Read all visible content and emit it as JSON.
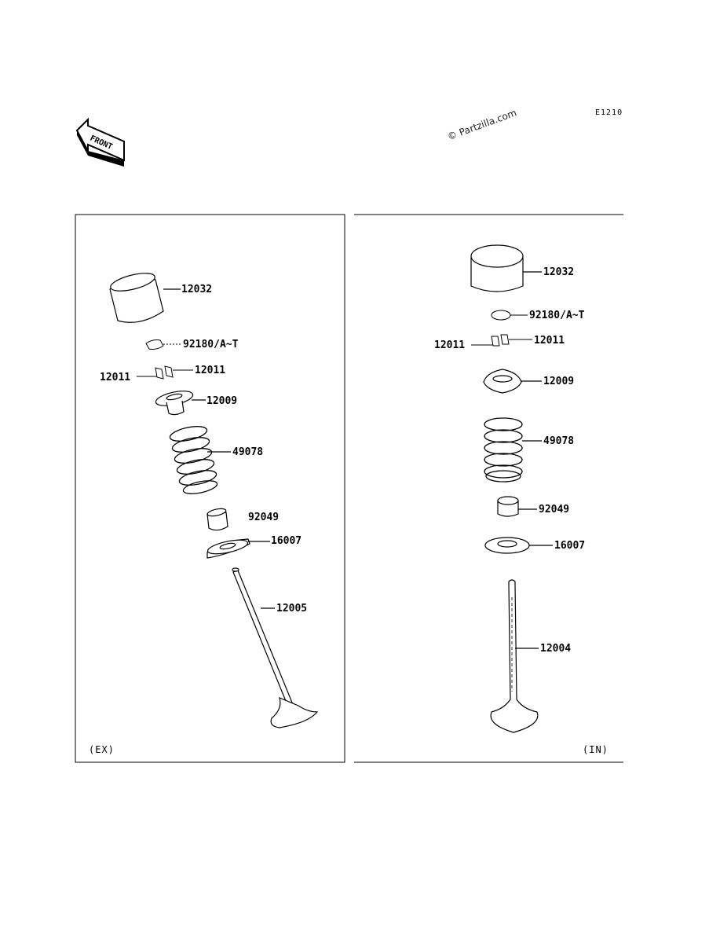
{
  "header": {
    "diagram_code": "E1210",
    "watermark": "© Partzilla.com",
    "front_label": "FRONT"
  },
  "panels": {
    "exhaust": {
      "tag": "(EX)",
      "parts": [
        {
          "code": "12032"
        },
        {
          "code": "92180/A~T"
        },
        {
          "code": "12011"
        },
        {
          "code": "12011"
        },
        {
          "code": "12009"
        },
        {
          "code": "49078"
        },
        {
          "code": "92049"
        },
        {
          "code": "16007"
        },
        {
          "code": "12005"
        }
      ]
    },
    "intake": {
      "tag": "(IN)",
      "parts": [
        {
          "code": "12032"
        },
        {
          "code": "92180/A~T"
        },
        {
          "code": "12011"
        },
        {
          "code": "12011"
        },
        {
          "code": "12009"
        },
        {
          "code": "49078"
        },
        {
          "code": "92049"
        },
        {
          "code": "16007"
        },
        {
          "code": "12004"
        }
      ]
    }
  }
}
